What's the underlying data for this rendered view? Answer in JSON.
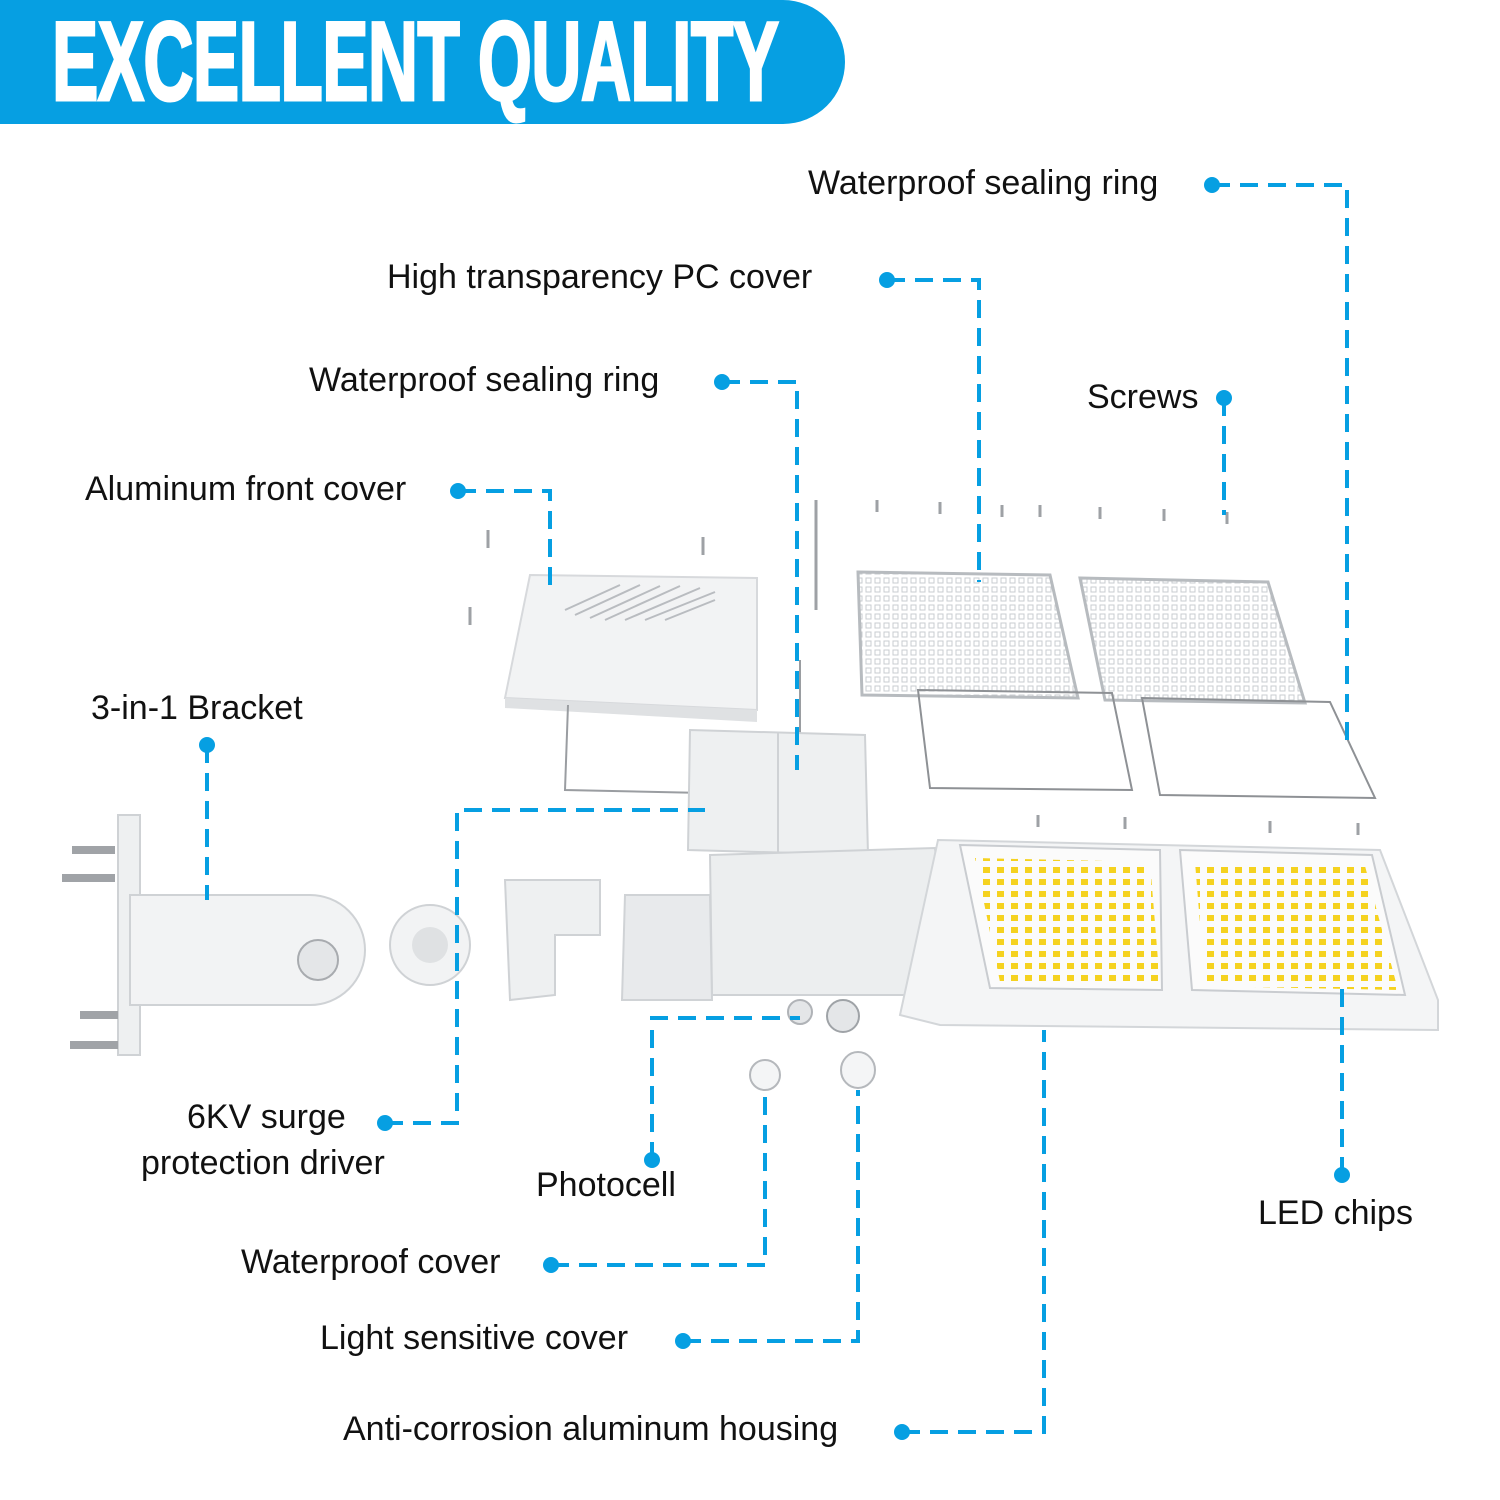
{
  "banner": {
    "title": "EXCELLENT QUALITY"
  },
  "labels": {
    "waterproof_ring_top": "Waterproof sealing ring",
    "pc_cover": "High transparency PC cover",
    "waterproof_ring_mid": "Waterproof sealing ring",
    "screws": "Screws",
    "front_cover": "Aluminum front cover",
    "bracket": "3-in-1 Bracket",
    "driver_line1": "6KV surge",
    "driver_line2": "protection driver",
    "photocell": "Photocell",
    "led_chips": "LED chips",
    "waterproof_cover": "Waterproof cover",
    "light_sensitive_cover": "Light sensitive cover",
    "housing": "Anti-corrosion aluminum housing"
  },
  "colors": {
    "accent": "#069fe2",
    "led": "#f5d21f"
  }
}
